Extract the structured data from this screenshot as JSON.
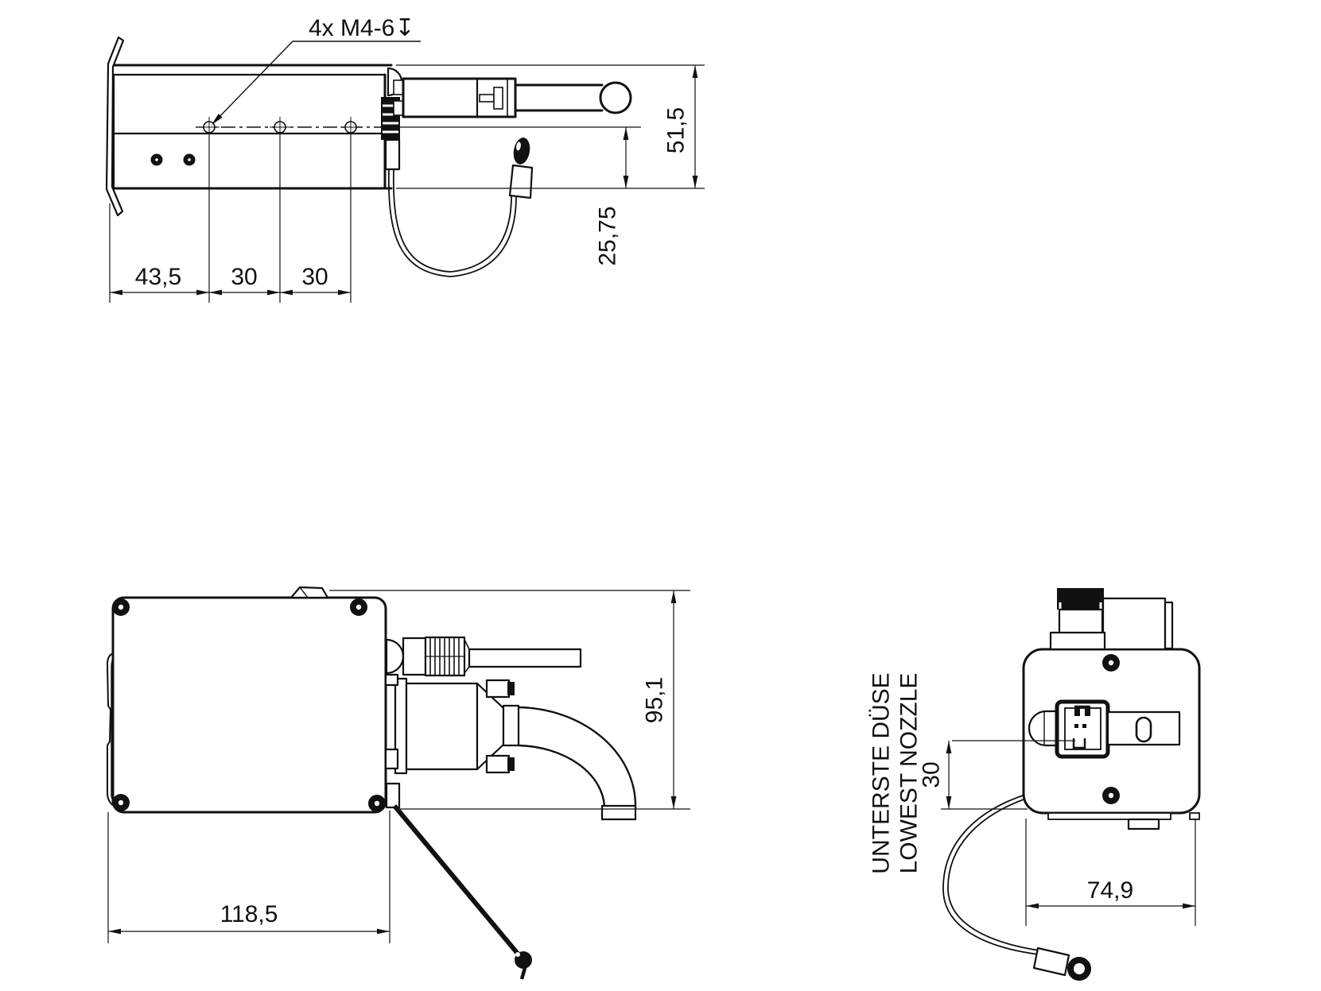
{
  "colors": {
    "ink": "#111111",
    "background": "#ffffff"
  },
  "side_view": {
    "thread_callout": "4x M4-6↧",
    "dim_flange_to_first_hole": "43,5",
    "dim_hole_pitch_1": "30",
    "dim_hole_pitch_2": "30",
    "dim_overall_height": "51,5",
    "dim_centerline_to_bottom": "25,75"
  },
  "front_view": {
    "dim_width": "118,5",
    "dim_height": "95,1"
  },
  "end_view": {
    "dim_width": "74,9",
    "dim_nozzle_to_bottom": "30",
    "note_line_1": "UNTERSTE DÜSE",
    "note_line_2": "LOWEST NOZZLE"
  }
}
